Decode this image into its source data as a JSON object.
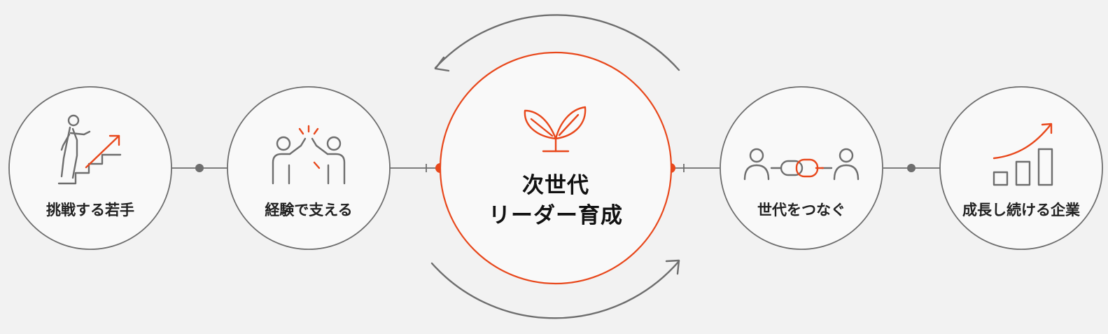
{
  "colors": {
    "background": "#f2f2f2",
    "accent": "#e8481c",
    "line": "#6e6e6e",
    "node_fill": "#f9f9f9",
    "text": "#222222"
  },
  "nodes": [
    {
      "id": "challenge",
      "label": "挑戦する若手",
      "icon": "climbing-stairs-icon"
    },
    {
      "id": "experience",
      "label": "経験で支える",
      "icon": "high-five-icon"
    },
    {
      "id": "center",
      "label_line1": "次世代",
      "label_line2": "リーダー育成",
      "icon": "sprout-icon"
    },
    {
      "id": "connect",
      "label": "世代をつなぐ",
      "icon": "people-chain-link-icon"
    },
    {
      "id": "growth",
      "label": "成長し続ける企業",
      "icon": "growth-bar-chart-icon"
    }
  ],
  "cycle": {
    "arrows": [
      "top-arc-arrow-icon",
      "bottom-arc-arrow-icon"
    ]
  }
}
